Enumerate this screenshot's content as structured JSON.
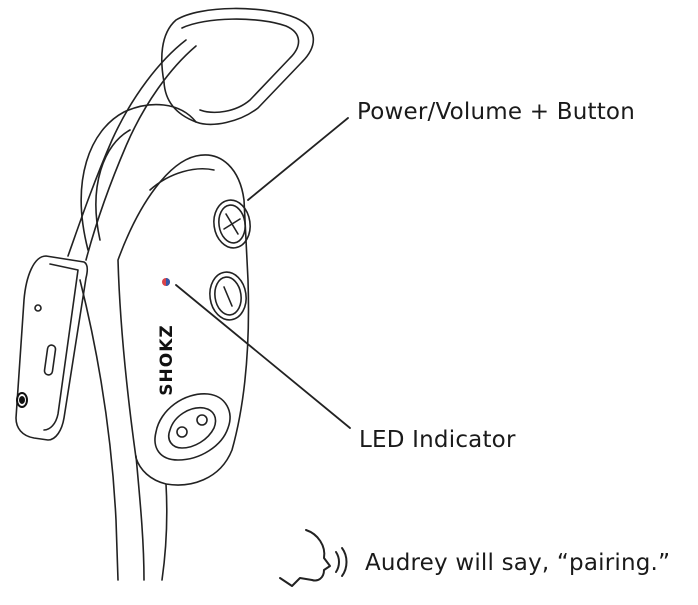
{
  "labels": {
    "power_volume_button": "Power/Volume + Button",
    "led_indicator": "LED Indicator",
    "voice_prompt": "Audrey will say, “pairing.”"
  },
  "brand": {
    "logo_text": "SHOKZ"
  },
  "icons": {
    "plus_button": "plus-icon",
    "minus_button": "minus-icon",
    "voice": "speaking-head-icon",
    "led_dot": "led-dot"
  },
  "colors": {
    "outline": "#222222",
    "led_red": "#d8434a",
    "led_blue": "#3558a8",
    "text": "#1a1a1a"
  }
}
